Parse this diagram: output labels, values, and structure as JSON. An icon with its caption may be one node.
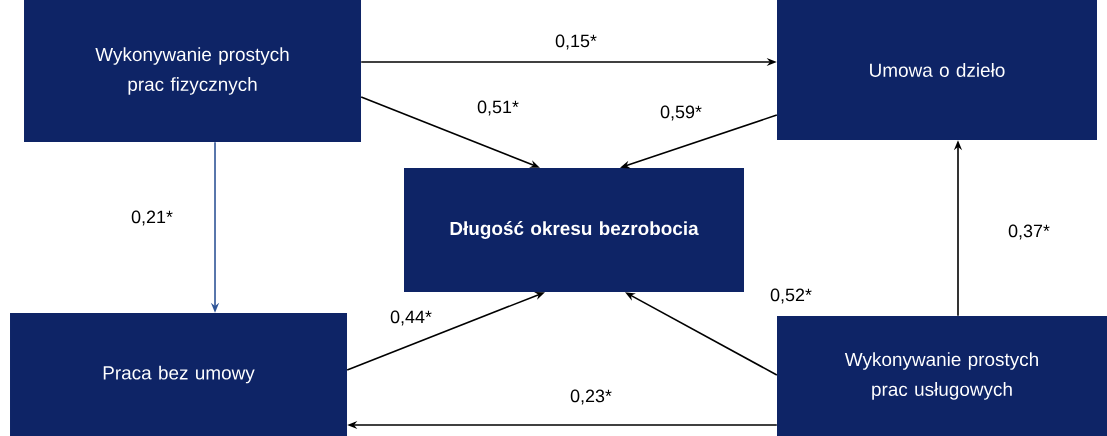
{
  "diagram": {
    "nodes": [
      {
        "text": [
          "Wykonywanie prostych prac fizycznych"
        ]
      },
      {
        "text": [
          "Umowa o dzieło"
        ]
      },
      {
        "text": [
          "Długość okresu bezrobocia"
        ]
      },
      {
        "text": [
          "Praca bez umowy"
        ]
      },
      {
        "text": [
          "Wykonywanie prostych prac usługowych"
        ]
      }
    ],
    "edges": [
      {
        "from": 0,
        "to": 1,
        "arrow": "to",
        "label": "0,15*"
      },
      {
        "from": 0,
        "to": 2,
        "arrow": "to",
        "label": "0,51*"
      },
      {
        "from": 1,
        "to": 2,
        "arrow": "to",
        "label": "0,59*"
      },
      {
        "from": 0,
        "to": 3,
        "arrow": "to",
        "label": "0,21*",
        "color": "#2f5597"
      },
      {
        "from": 3,
        "to": 2,
        "arrow": "to",
        "label": "0,44*"
      },
      {
        "from": 4,
        "to": 2,
        "arrow": "to",
        "label": "0,52*"
      },
      {
        "from": 4,
        "to": 1,
        "arrow": "to",
        "label": "0,37*"
      },
      {
        "from": 4,
        "to": 3,
        "arrow": "to",
        "label": "0,23*"
      }
    ]
  }
}
